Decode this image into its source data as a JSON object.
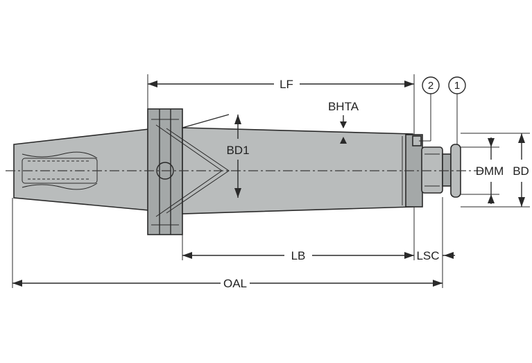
{
  "labels": {
    "lf": "LF",
    "bhta": "BHTA",
    "bd1": "BD1",
    "dmm": "DMM",
    "bd": "BD",
    "lb": "LB",
    "lsc": "LSC",
    "oal": "OAL"
  },
  "callouts": {
    "c2": "2",
    "c1": "1"
  }
}
